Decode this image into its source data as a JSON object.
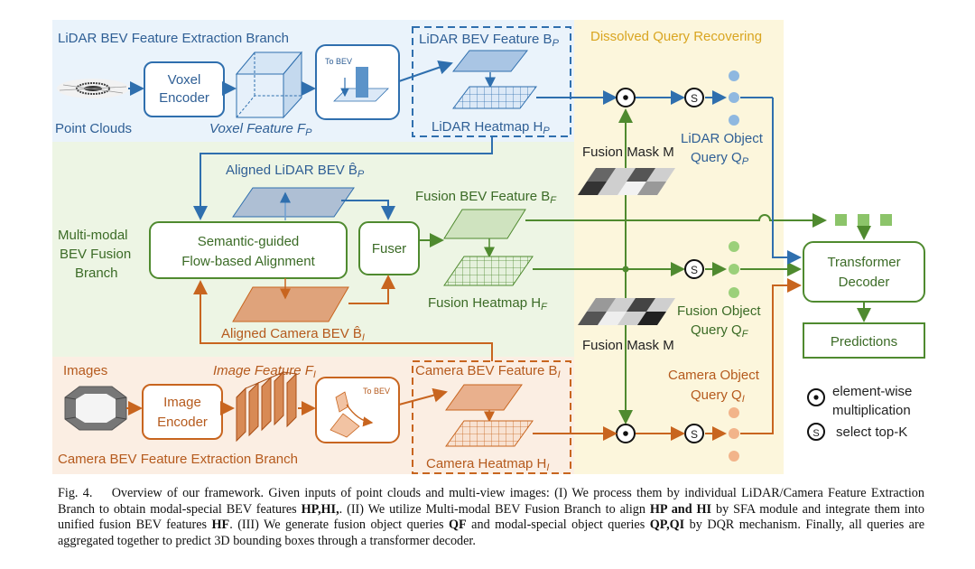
{
  "panels": {
    "lidar_branch": "LiDAR BEV Feature Extraction Branch",
    "dqr": "Dissolved Query Recovering",
    "fusion_branch_line1": "Multi-modal",
    "fusion_branch_line2": "BEV Fusion",
    "fusion_branch_line3": "Branch",
    "camera_branch": "Camera BEV Feature Extraction Branch"
  },
  "lidar": {
    "point_clouds": "Point Clouds",
    "voxel_encoder_line1": "Voxel",
    "voxel_encoder_line2": "Encoder",
    "voxel_feature": "Voxel Feature F",
    "voxel_feature_sub": "P",
    "to_bev": "To BEV",
    "bev_feature": "LiDAR BEV Feature B",
    "bev_feature_sub": "P",
    "heatmap": "LiDAR Heatmap H",
    "heatmap_sub": "P"
  },
  "fusion": {
    "aligned_lidar": "Aligned LiDAR BEV B̂",
    "aligned_lidar_sub": "P",
    "sfa_line1": "Semantic-guided",
    "sfa_line2": "Flow-based Alignment",
    "fuser": "Fuser",
    "aligned_camera": "Aligned Camera BEV B̂",
    "aligned_camera_sub": "I",
    "bev_feature": "Fusion BEV Feature B",
    "bev_feature_sub": "F",
    "heatmap": "Fusion Heatmap H",
    "heatmap_sub": "F"
  },
  "camera": {
    "images": "Images",
    "image_encoder_line1": "Image",
    "image_encoder_line2": "Encoder",
    "image_feature": "Image Feature F",
    "image_feature_sub": "I",
    "to_bev": "To BEV",
    "bev_feature": "Camera BEV Feature B",
    "bev_feature_sub": "I",
    "heatmap": "Camera Heatmap H",
    "heatmap_sub": "I"
  },
  "dqr": {
    "fusion_mask_top": "Fusion Mask M",
    "fusion_mask_bottom": "Fusion Mask M",
    "lidar_query_line1": "LiDAR Object",
    "lidar_query_line2": "Query Q",
    "lidar_query_sub": "P",
    "fusion_query_line1": "Fusion Object",
    "fusion_query_line2": "Query Q",
    "fusion_query_sub": "F",
    "camera_query_line1": "Camera Object",
    "camera_query_line2": "Query Q",
    "camera_query_sub": "I",
    "select_symbol": "S"
  },
  "decoder": {
    "transformer_line1": "Transformer",
    "transformer_line2": "Decoder",
    "predictions": "Predictions"
  },
  "legend": {
    "elementwise_line1": "element-wise",
    "elementwise_line2": "multiplication",
    "select_topk": "select top-K",
    "select_symbol": "S"
  },
  "colors": {
    "lidar": "#2f6fae",
    "fusion": "#4f8a2f",
    "camera": "#c8651f",
    "dqr": "#e0b030"
  },
  "caption": {
    "prefix": "Fig. 4.",
    "text_1": "Overview of our framework. Given inputs of point clouds and multi-view images: (I) We process them by individual LiDAR/Camera Feature Extraction Branch to obtain modal-special BEV features ",
    "text_2": ". (II) We utilize Multi-modal BEV Fusion Branch to align ",
    "text_3": " by SFA module and integrate them into unified fusion BEV features ",
    "text_4": ". (III) We generate fusion object queries ",
    "text_5": " and modal-special object queries ",
    "text_6": " by DQR mechanism. Finally, all queries are aggregated together to predict 3D bounding boxes through a transformer decoder.",
    "sym_hp_hi": "HP,HI,",
    "sym_hp_and_hi": "HP and HI",
    "sym_hf": "HF",
    "sym_qf": "QF",
    "sym_qp_qi": "QP,QI"
  }
}
